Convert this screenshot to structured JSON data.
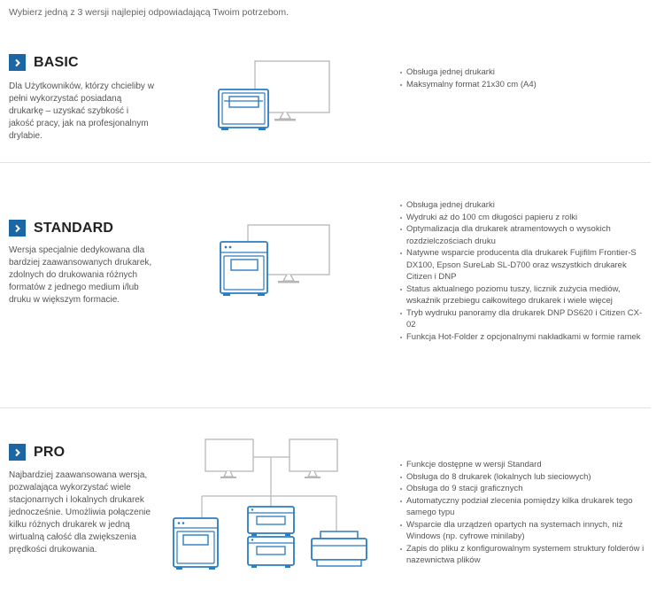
{
  "intro": "Wybierz jedną z 3 wersji najlepiej odpowiadającą Twoim potrzebom.",
  "accent_color": "#1c67a3",
  "tiers": [
    {
      "title": "BASIC",
      "icon": "chevron-right-icon",
      "description": "Dla Użytkowników, którzy chcieliby w pełni wykorzystać posiadaną drukarkę – uzyskać szybkość i jakość pracy, jak na profesjonalnym drylabie.",
      "features": [
        "Obsługa jednej drukarki",
        "Maksymalny format 21x30 cm (A4)"
      ]
    },
    {
      "title": "STANDARD",
      "icon": "chevron-right-icon",
      "description": "Wersja specjalnie dedykowana dla bardziej zaawansowanych drukarek, zdolnych do drukowania różnych formatów z jednego medium i/lub druku w większym formacie.",
      "features": [
        "Obsługa jednej drukarki",
        "Wydruki aż do 100 cm długości papieru z rolki",
        "Optymalizacja dla drukarek atramentowych o wysokich rozdzielczościach druku",
        "Natywne wsparcie producenta dla drukarek Fujifilm Frontier-S DX100, Epson SureLab SL-D700 oraz wszystkich drukarek Citizen i DNP",
        "Status aktualnego poziomu tuszy, licznik zużycia mediów, wskaźnik przebiegu całkowitego drukarek i wiele więcej",
        "Tryb wydruku panoramy dla drukarek DNP DS620 i Citizen CX-02",
        "Funkcja Hot-Folder z opcjonalnymi nakładkami w formie ramek"
      ]
    },
    {
      "title": "PRO",
      "icon": "chevron-right-icon",
      "description": "Najbardziej zaawansowana wersja, pozwalająca wykorzystać wiele stacjonarnych i lokalnych drukarek jednocześnie. Umożliwia połączenie kilku różnych drukarek w jedną wirtualną całość dla zwiększenia prędkości drukowania.",
      "features": [
        "Funkcje dostępne w wersji Standard",
        "Obsługa do 8 drukarek (lokalnych lub sieciowych)",
        "Obsługa do 9 stacji graficznych",
        "Automatyczny podział zlecenia pomiędzy kilka drukarek tego samego typu",
        "Wsparcie dla urządzeń opartych na systemach innych, niż Windows (np. cyfrowe minilaby)",
        "Zapis do pliku z konfigurowalnym systemem struktury folderów i nazewnictwa plików"
      ]
    }
  ]
}
